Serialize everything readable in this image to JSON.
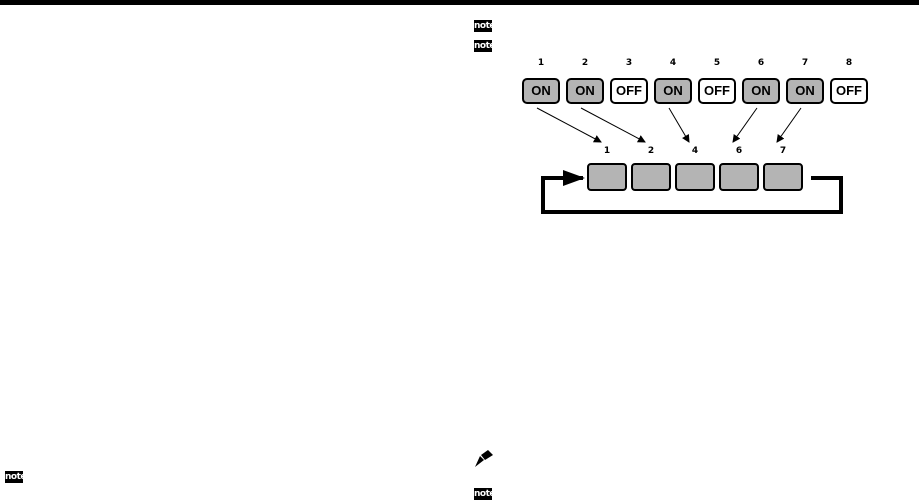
{
  "note_label": "note",
  "step_diagram": {
    "steps": [
      {
        "number": "1",
        "state": "ON"
      },
      {
        "number": "2",
        "state": "ON"
      },
      {
        "number": "3",
        "state": "OFF"
      },
      {
        "number": "4",
        "state": "ON"
      },
      {
        "number": "5",
        "state": "OFF"
      },
      {
        "number": "6",
        "state": "ON"
      },
      {
        "number": "7",
        "state": "ON"
      },
      {
        "number": "8",
        "state": "OFF"
      }
    ],
    "sequence": [
      "1",
      "2",
      "4",
      "6",
      "7"
    ]
  },
  "icons": {
    "note": "note-icon",
    "caution": "pencil-caution-icon"
  },
  "colors": {
    "on_fill": "#b4b4b4",
    "off_fill": "#ffffff",
    "ink": "#000000"
  }
}
